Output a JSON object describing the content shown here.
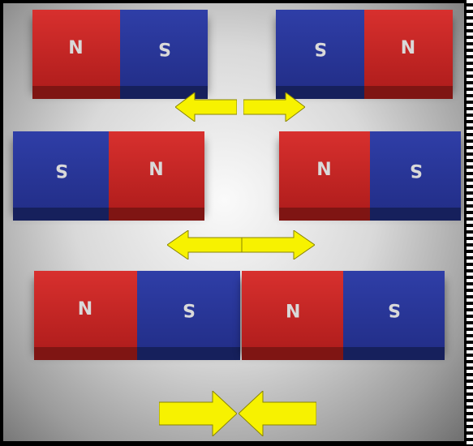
{
  "scene": {
    "colors": {
      "north": "#d8302e",
      "south": "#2f3ea7",
      "arrow": "#f7f200",
      "background": "#d9d9d9"
    },
    "rows": [
      {
        "labels": [
          "N",
          "S",
          "S",
          "N"
        ],
        "arrows": "repel",
        "icons": [
          "arrow-left-icon",
          "arrow-right-icon"
        ]
      },
      {
        "labels": [
          "S",
          "N",
          "N",
          "S"
        ],
        "arrows": "repel",
        "icons": [
          "arrow-left-icon",
          "arrow-right-icon"
        ]
      },
      {
        "labels": [
          "N",
          "S",
          "N",
          "S"
        ],
        "arrows": "attract",
        "icons": [
          "arrow-right-icon",
          "arrow-left-icon"
        ]
      }
    ]
  }
}
